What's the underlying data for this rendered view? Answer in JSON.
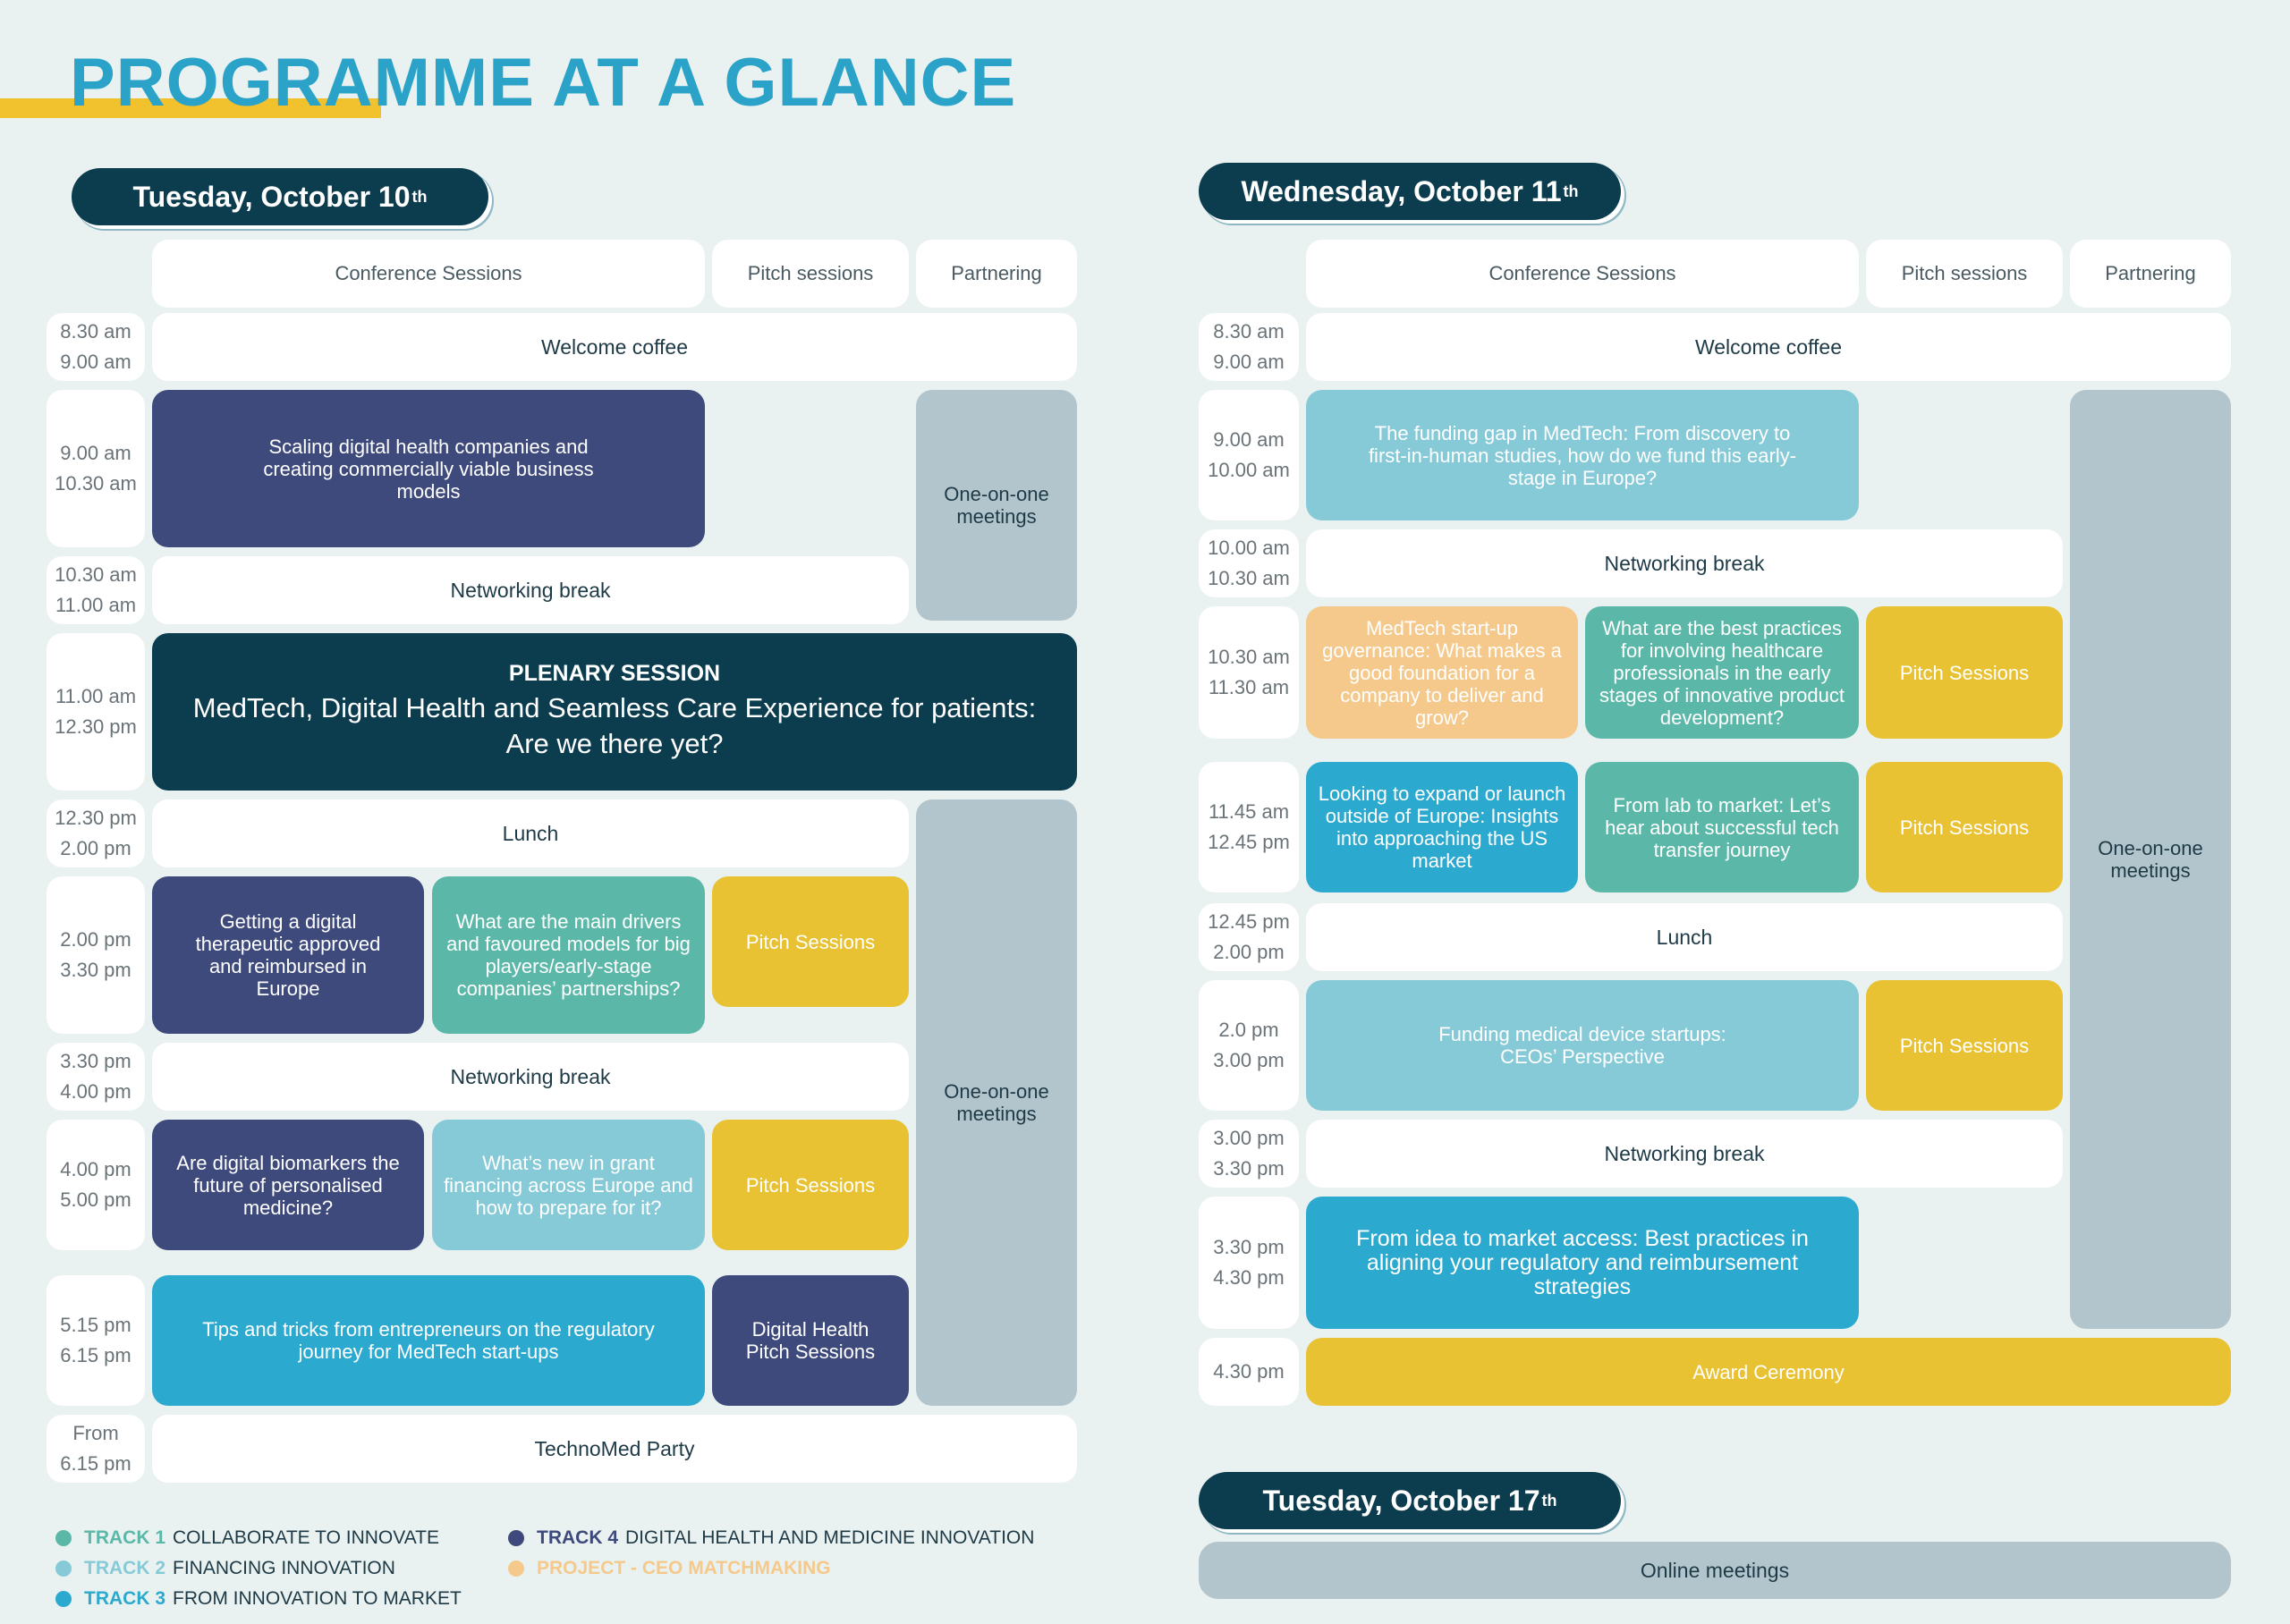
{
  "title": "PROGRAMME AT A GLANCE",
  "colors": {
    "navy": "#3d4a7b",
    "green": "#5bb8a9",
    "light_blue": "#86cad8",
    "blue": "#2ba9cf",
    "yellow": "#e8c232",
    "grey": "#b3c5cc",
    "dark": "#0c3d4f"
  },
  "headers": {
    "conference": "Conference Sessions",
    "pitch": "Pitch sessions",
    "partnering": "Partnering"
  },
  "day1": {
    "name": "Tuesday, October 10",
    "sup": "th",
    "times": {
      "t1": [
        "8.30 am",
        "9.00 am"
      ],
      "t2": [
        "9.00 am",
        "10.30 am"
      ],
      "t3": [
        "10.30 am",
        "11.00 am"
      ],
      "t4": [
        "11.00 am",
        "12.30 pm"
      ],
      "t5": [
        "12.30 pm",
        "2.00 pm"
      ],
      "t6": [
        "2.00 pm",
        "3.30 pm"
      ],
      "t7": [
        "3.30 pm",
        "4.00 pm"
      ],
      "t8": [
        "4.00 pm",
        "5.00 pm"
      ],
      "t9": [
        "5.15 pm",
        "6.15 pm"
      ],
      "t10": [
        "From",
        "6.15 pm"
      ]
    },
    "welcome": "Welcome coffee",
    "scaling": "Scaling digital health companies and creating commercially viable business models",
    "one_on_one": "One-on-one meetings",
    "networking": "Networking break",
    "plenary_head": "PLENARY SESSION",
    "plenary_title": "MedTech, Digital Health and Seamless Care Experience for patients: Are we there yet?",
    "lunch": "Lunch",
    "therapeutic": "Getting a digital therapeutic approved and reimbursed in Europe",
    "drivers": "What are the main drivers and favoured models for big players/early-stage companies’ partnerships?",
    "pitch": "Pitch Sessions",
    "biomarkers": "Are digital biomarkers the future of personalised medicine?",
    "grant": "What’s new in grant financing across Europe and how to prepare for it?",
    "tips": "Tips and tricks from entrepreneurs on the regulatory journey for MedTech start-ups",
    "digital_pitch": "Digital Health Pitch Sessions",
    "party": "TechnoMed Party"
  },
  "day2": {
    "name": "Wednesday, October 11",
    "sup": "th",
    "times": {
      "t1": [
        "8.30 am",
        "9.00 am"
      ],
      "t2": [
        "9.00 am",
        "10.00 am"
      ],
      "t3": [
        "10.00 am",
        "10.30 am"
      ],
      "t4": [
        "10.30 am",
        "11.30 am"
      ],
      "t5": [
        "11.45 am",
        "12.45 pm"
      ],
      "t6": [
        "12.45 pm",
        "2.00 pm"
      ],
      "t7": [
        "2.0 pm",
        "3.00 pm"
      ],
      "t8": [
        "3.00 pm",
        "3.30 pm"
      ],
      "t9": [
        "3.30 pm",
        "4.30 pm"
      ],
      "t10": [
        "4.30 pm"
      ]
    },
    "welcome": "Welcome coffee",
    "funding_gap": "The funding gap in MedTech: From discovery to first-in-human studies, how do we fund this early-stage in Europe?",
    "networking": "Networking break",
    "governance": "MedTech start-up governance: What makes a good foundation for a company to deliver and grow?",
    "best_practices": "What are the best practices for involving healthcare professionals in the early stages of innovative product development?",
    "pitch": "Pitch Sessions",
    "expand": "Looking to expand or launch outside of Europe: Insights into approaching the US market",
    "lab": "From lab to market: Let’s hear about successful tech transfer journey",
    "lunch": "Lunch",
    "funding_devices": "Funding medical device startups: CEOs’ Perspective",
    "idea": "From idea to market access: Best practices in aligning your regulatory and reimbursement strategies",
    "award": "Award Ceremony",
    "one_on_one": "One-on-one meetings"
  },
  "day3": {
    "name": "Tuesday, October 17",
    "sup": "th",
    "online": "Online meetings"
  },
  "legend": [
    {
      "track": "TRACK 1",
      "label": "COLLABORATE TO INNOVATE",
      "color": "#5bb8a9"
    },
    {
      "track": "TRACK 2",
      "label": "FINANCING INNOVATION",
      "color": "#86cad8"
    },
    {
      "track": "TRACK 3",
      "label": "FROM INNOVATION TO MARKET",
      "color": "#2ba9cf"
    },
    {
      "track": "TRACK 4",
      "label": "DIGITAL HEALTH AND MEDICINE INNOVATION",
      "color": "#3d4a7b"
    },
    {
      "track": "PROJECT - CEO MATCHMAKING",
      "label": "",
      "color": "#e8c232"
    }
  ]
}
